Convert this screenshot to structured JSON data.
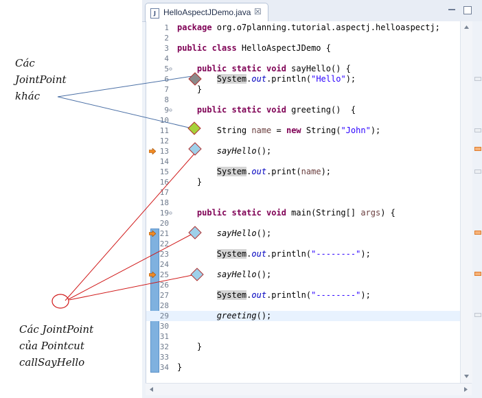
{
  "tab": {
    "title": "HelloAspectJDemo.java",
    "icon": "J",
    "close_glyph": "☒"
  },
  "code_lines": [
    {
      "n": "1",
      "code": "<span class=\"kw\">package</span> org.o7planning.tutorial.aspectj.helloaspectj;"
    },
    {
      "n": "2",
      "code": ""
    },
    {
      "n": "3",
      "code": "<span class=\"kw\">public class</span> HelloAspectJDemo {"
    },
    {
      "n": "4",
      "code": ""
    },
    {
      "n": "5",
      "fold": true,
      "code": "    <span class=\"kw\">public static void</span> sayHello() {"
    },
    {
      "n": "6",
      "code": "        <span class=\"hl\">System</span>.<span class=\"fld\">out</span>.println(<span class=\"str\">\"Hello\"</span>);"
    },
    {
      "n": "7",
      "code": "    }"
    },
    {
      "n": "8",
      "code": ""
    },
    {
      "n": "9",
      "fold": true,
      "code": "    <span class=\"kw\">public static void</span> greeting()  {"
    },
    {
      "n": "10",
      "code": ""
    },
    {
      "n": "11",
      "code": "        String <span class=\"var\">name</span> = <span class=\"kw\">new</span> String(<span class=\"str\">\"John\"</span>);"
    },
    {
      "n": "12",
      "code": ""
    },
    {
      "n": "13",
      "marker": true,
      "code": "        <span class=\"ita\">sayHello</span>();"
    },
    {
      "n": "14",
      "code": ""
    },
    {
      "n": "15",
      "code": "        <span class=\"hl\">System</span>.<span class=\"fld\">out</span>.print(<span class=\"var\">name</span>);"
    },
    {
      "n": "16",
      "code": "    }"
    },
    {
      "n": "17",
      "code": ""
    },
    {
      "n": "18",
      "code": ""
    },
    {
      "n": "19",
      "fold": true,
      "code": "    <span class=\"kw\">public static void</span> main(String[] <span class=\"var\">args</span>) {"
    },
    {
      "n": "20",
      "code": ""
    },
    {
      "n": "21",
      "marker": true,
      "code": "        <span class=\"ita\">sayHello</span>();"
    },
    {
      "n": "22",
      "code": ""
    },
    {
      "n": "23",
      "code": "        <span class=\"hl\">System</span>.<span class=\"fld\">out</span>.println(<span class=\"str\">\"--------\"</span>);"
    },
    {
      "n": "24",
      "code": ""
    },
    {
      "n": "25",
      "marker": true,
      "code": "        <span class=\"ita\">sayHello</span>();"
    },
    {
      "n": "26",
      "code": ""
    },
    {
      "n": "27",
      "code": "        <span class=\"hl\">System</span>.<span class=\"fld\">out</span>.println(<span class=\"str\">\"--------\"</span>);"
    },
    {
      "n": "28",
      "code": ""
    },
    {
      "n": "29",
      "current": true,
      "code": "        <span class=\"ita\">greeting</span>();"
    },
    {
      "n": "30",
      "code": ""
    },
    {
      "n": "31",
      "code": ""
    },
    {
      "n": "32",
      "code": "    }"
    },
    {
      "n": "33",
      "code": ""
    },
    {
      "n": "34",
      "code": "}"
    }
  ],
  "annotations": {
    "top": "Các\nJointPoint\nkhác",
    "bottom": "Các JointPoint\ncủa Pointcut\ncallSayHello"
  },
  "colors": {
    "keyword": "#7f0055",
    "string": "#2a00ff",
    "field": "#0000c0",
    "diamond_gray": "#8a8a8a",
    "diamond_green": "#a6d23a",
    "diamond_blue": "#9ed0ea",
    "pointer_blue": "#4a6fa5",
    "pointer_red": "#d01818"
  }
}
